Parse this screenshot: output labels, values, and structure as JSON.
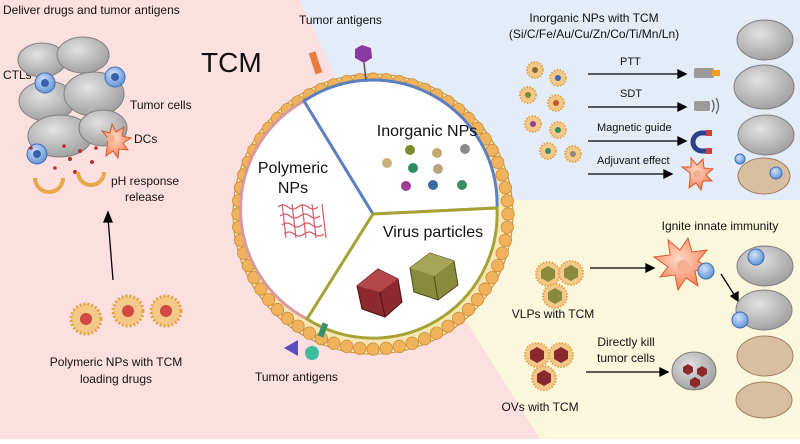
{
  "colors": {
    "left_region": "#fbe0df",
    "upper_right_region": "#e4ecf8",
    "lower_right_region": "#fbf7dc",
    "polymeric_border": "#d89aa0",
    "inorganic_border": "#5b7fc0",
    "virus_border": "#a7a236",
    "lipid_head": "#f0b25a"
  },
  "labels": {
    "tcm": "TCM",
    "deliver_title": "Deliver drugs and tumor antigens",
    "ctls": "CTLs",
    "tumor_cells": "Tumor cells",
    "dcs": "DCs",
    "ph_line1": "pH response",
    "ph_line2": "release",
    "poly_caption_line1": "Polymeric NPs with TCM",
    "poly_caption_line2": "loading drugs",
    "tumor_antigens_top": "Tumor antigens",
    "tumor_antigens_bottom": "Tumor antigens",
    "inorganic_title_line1": "Inorganic NPs with TCM",
    "inorganic_title_line2": "(Si/C/Fe/Au/Cu/Zn/Co/Ti/Mn/Ln)",
    "ptt": "PTT",
    "sdt": "SDT",
    "magnetic_guide": "Magnetic guide",
    "adjuvant_effect": "Adjuvant effect",
    "sector_polymeric_line1": "Polymeric",
    "sector_polymeric_line2": "NPs",
    "sector_inorganic": "Inorganic NPs",
    "sector_virus": "Virus particles",
    "ignite": "Ignite innate immunity",
    "vlps_caption": "VLPs with TCM",
    "directly_line1": "Directly kill",
    "directly_line2": "tumor cells",
    "ovs_caption": "OVs with TCM"
  },
  "icons": {
    "tumor_cell": "tumor-cell-cluster-icon",
    "t_cell": "t-cell-icon",
    "dendritic_cell": "dendritic-cell-icon",
    "laser": "laser-icon",
    "ultrasound": "ultrasound-probe-icon",
    "magnet": "magnet-icon",
    "virus": "icosahedral-virus-icon"
  }
}
